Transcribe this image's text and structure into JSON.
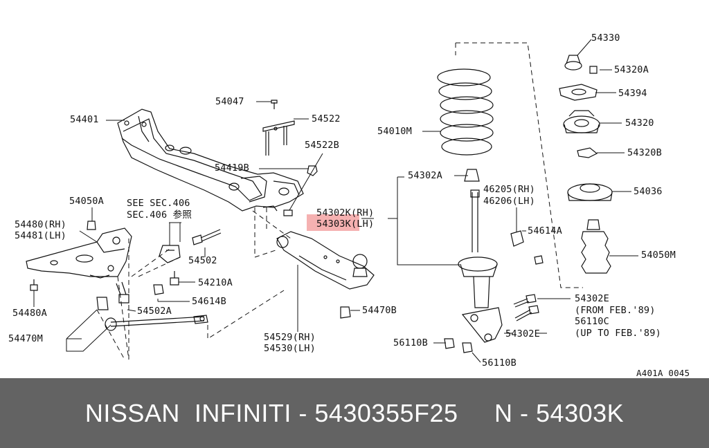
{
  "labels": {
    "p54401": "54401",
    "p54047": "54047",
    "p54522": "54522",
    "p54522B": "54522B",
    "p54419B": "54419B",
    "p54050A": "54050A",
    "see_sec_1": "SEE SEC.406",
    "see_sec_2": "SEC.406 参照",
    "p54480_rh": "54480(RH)",
    "p54481_lh": "54481(LH)",
    "p54502": "54502",
    "p54210A": "54210A",
    "p54614B": "54614B",
    "p54502A": "54502A",
    "p54480A": "54480A",
    "p54470M": "54470M",
    "p54302K_rh": "54302K(RH)",
    "p54303K_lh": "54303K(LH)",
    "p54470B": "54470B",
    "p54529_rh": "54529(RH)",
    "p54530_lh": "54530(LH)",
    "p54010M": "54010M",
    "p54302A": "54302A",
    "p46205_rh": "46205(RH)",
    "p46206_lh": "46206(LH)",
    "p54614A": "54614A",
    "p54330": "54330",
    "p54320A": "54320A",
    "p54394": "54394",
    "p54320": "54320",
    "p54320B": "54320B",
    "p54036": "54036",
    "p54050M": "54050M",
    "p54302E_a": "54302E",
    "from_feb": "(FROM FEB.'89)",
    "p56110C": "56110C",
    "up_to_feb": "(UP TO FEB.'89)",
    "p54302E_b": "54302E",
    "p56110B_a": "56110B",
    "p56110B_b": "56110B",
    "figure_code": "A401A 0045"
  },
  "footer": {
    "text": "NISSAN  INFINITI - 5430355F25     N - 54303K"
  },
  "colors": {
    "highlight": "#f3a3a3",
    "footer_bg": "#636363",
    "line": "#111111"
  }
}
